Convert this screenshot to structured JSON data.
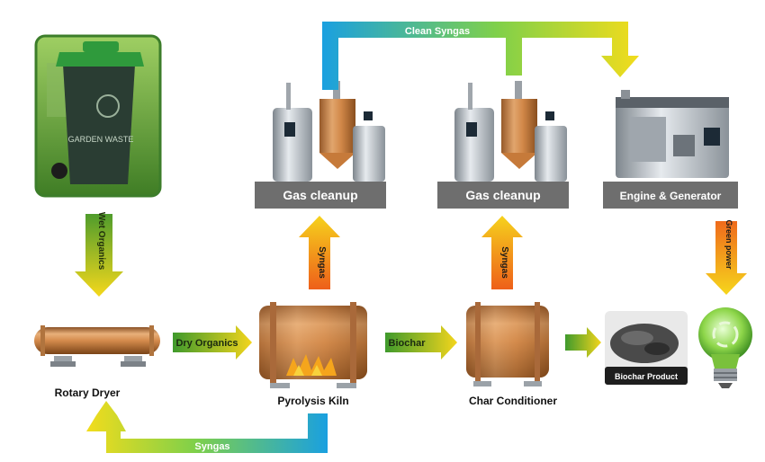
{
  "nodes": {
    "garden_waste_bin_text": "GARDEN WASTE",
    "rotary_dryer": "Rotary Dryer",
    "pyrolysis_kiln": "Pyrolysis Kiln",
    "char_conditioner": "Char Conditioner",
    "gas_cleanup_1": "Gas cleanup",
    "gas_cleanup_2": "Gas cleanup",
    "engine_generator": "Engine & Generator",
    "biochar_product": "Biochar Product"
  },
  "flows": {
    "wet_organics": "Wet Organics",
    "dry_organics": "Dry Organics",
    "biochar": "Biochar",
    "syngas_1": "Syngas",
    "syngas_2": "Syngas",
    "clean_syngas": "Clean Syngas",
    "green_power": "Green power",
    "syngas_return": "Syngas"
  },
  "colors": {
    "cylinder": "#c8834a",
    "label_bar": "#6e6e6e",
    "arrow_green": "#9ccc3c",
    "arrow_yellow": "#f2d21c",
    "arrow_orange": "#f07a1e",
    "arrow_blue": "#2aa3d8",
    "bin_green": "#2c8a3c"
  }
}
